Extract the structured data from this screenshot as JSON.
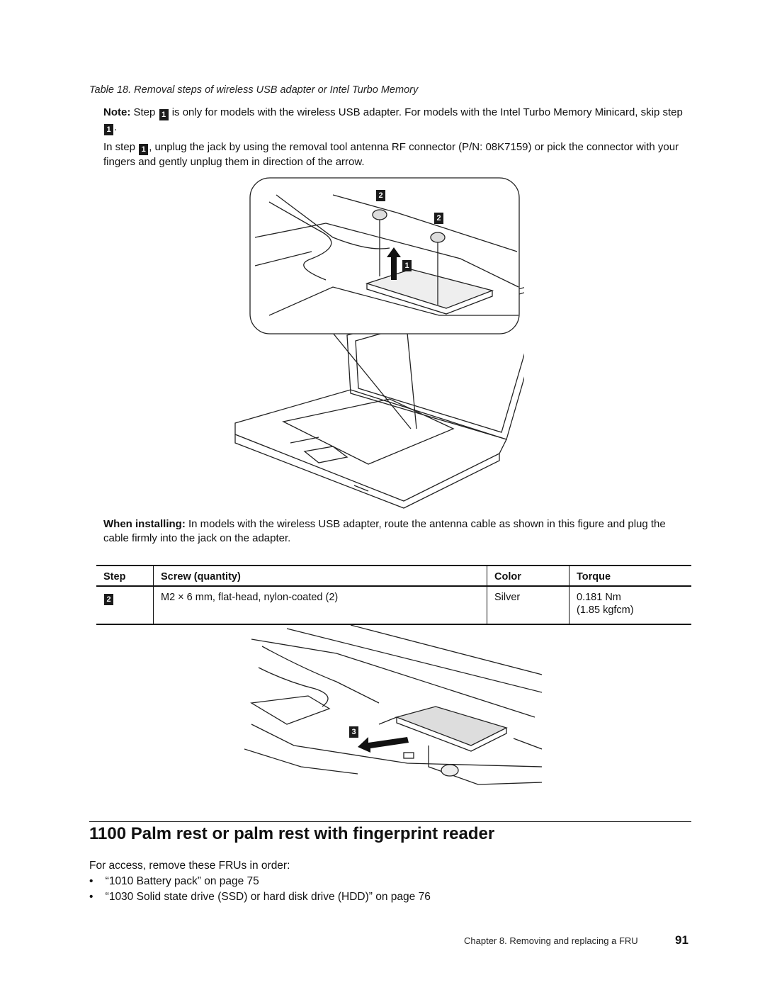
{
  "caption": "Table 18. Removal steps of wireless USB adapter or Intel Turbo Memory",
  "note": {
    "label": "Note:",
    "text_a": " Step ",
    "step": "1",
    "text_b": " is only for models with the wireless USB adapter. For models with the Intel Turbo Memory Minicard, skip step ",
    "step2": "1",
    "text_c": "."
  },
  "instruction": {
    "text_a": "In step ",
    "step": "1",
    "text_b": ", unplug the jack by using the removal tool antenna RF connector (P/N: 08K7159) or pick the connector with your fingers and gently unplug them in direction of the arrow."
  },
  "figure1": {
    "callouts": [
      "2",
      "2",
      "1"
    ]
  },
  "installing": {
    "label": "When installing:",
    "text": " In models with the wireless USB adapter, route the antenna cable as shown in this figure and plug the cable firmly into the jack on the adapter."
  },
  "screw_table": {
    "headers": [
      "Step",
      "Screw (quantity)",
      "Color",
      "Torque"
    ],
    "rows": [
      {
        "step": "2",
        "screw": "M2 × 6 mm, flat-head, nylon-coated (2)",
        "color": "Silver",
        "torque_1": "0.181 Nm",
        "torque_2": "(1.85 kgfcm)"
      }
    ]
  },
  "figure2": {
    "callouts": [
      "3"
    ]
  },
  "section": {
    "title": "1100 Palm rest or palm rest with fingerprint reader",
    "intro": "For access, remove these FRUs in order:",
    "items": [
      "“1010 Battery pack” on page 75",
      "“1030 Solid state drive (SSD) or hard disk drive (HDD)” on page 76"
    ]
  },
  "footer": {
    "chapter": "Chapter 8. Removing and replacing a FRU",
    "page": "91"
  }
}
